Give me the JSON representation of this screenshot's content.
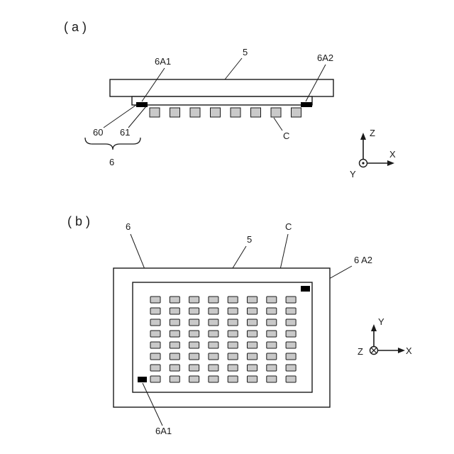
{
  "figure": {
    "colors": {
      "line": "#1a1a1a",
      "chip_fill": "#c9c9c9",
      "marker_fill": "#000000",
      "background": "#ffffff"
    },
    "panel_a": {
      "label": "( a )",
      "refs": {
        "plate": "5",
        "terminal_left": "6A1",
        "terminal_right": "6A2",
        "base": "60",
        "layer": "61",
        "assembly": "6",
        "chip": "C"
      },
      "axes": {
        "up": "Z",
        "right": "X",
        "out": "Y"
      },
      "chip_count": 8
    },
    "panel_b": {
      "label": "( b )",
      "refs": {
        "assembly": "6",
        "plate": "5",
        "chip": "C",
        "terminal_right": "6 A2",
        "terminal_left": "6A1"
      },
      "axes": {
        "up": "Y",
        "right": "X",
        "in": "Z"
      },
      "grid": {
        "rows": 8,
        "cols": 8
      }
    }
  }
}
